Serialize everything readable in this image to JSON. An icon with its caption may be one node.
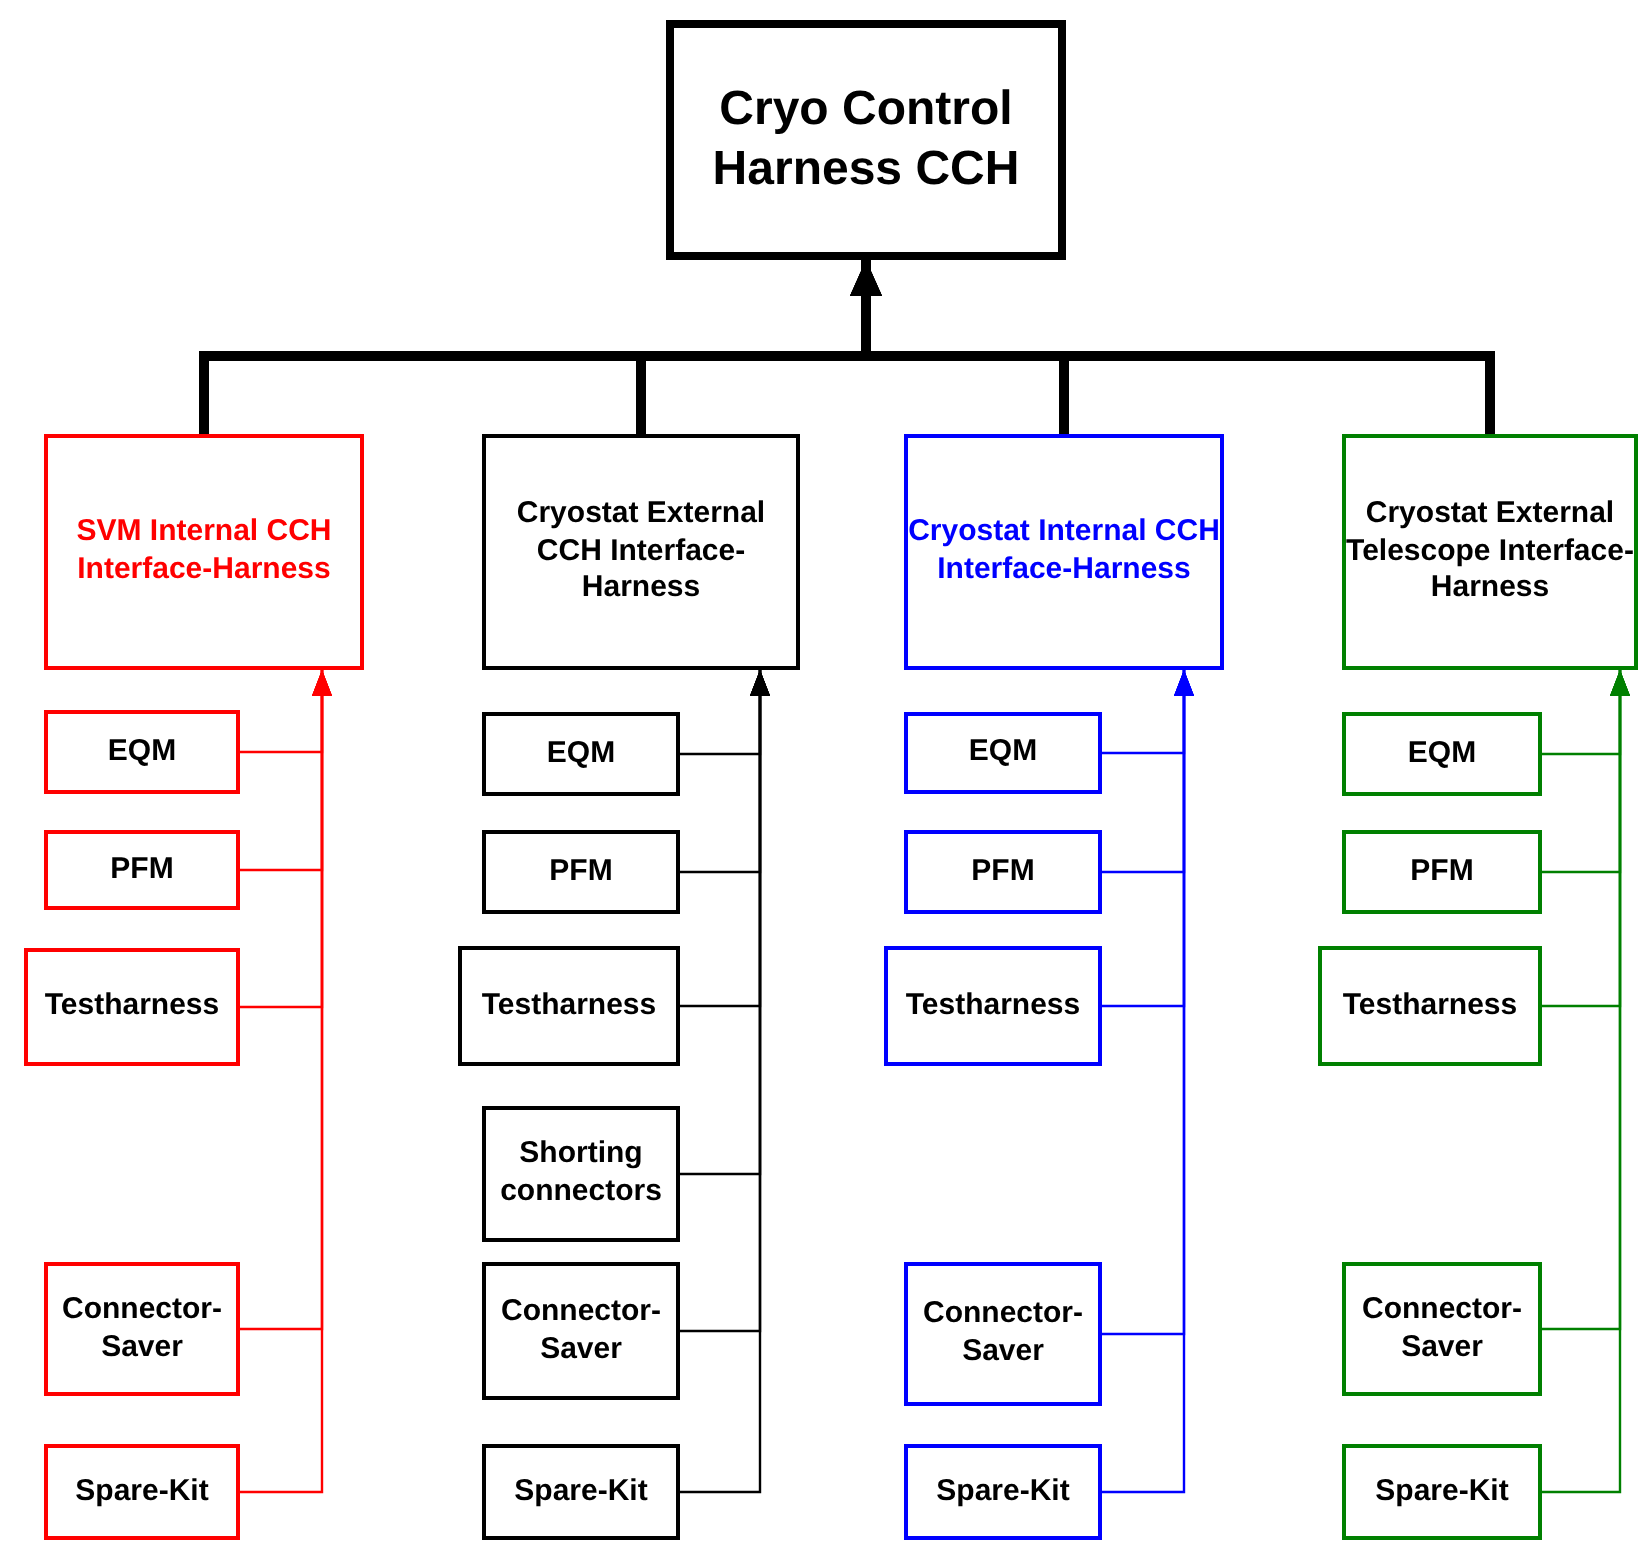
{
  "diagram": {
    "nodes": [
      {
        "text": [
          "Cryo Control Harness CCH"
        ]
      },
      {
        "text": [
          "SVM Internal CCH Interface-Harness"
        ]
      },
      {
        "text": [
          "EQM"
        ]
      },
      {
        "text": [
          "PFM"
        ]
      },
      {
        "text": [
          "Testharness"
        ]
      },
      {
        "text": [
          "Connector-Saver"
        ]
      },
      {
        "text": [
          "Spare-Kit"
        ]
      },
      {
        "text": [
          "Cryostat External CCH Interface-Harness"
        ]
      },
      {
        "text": [
          "EQM"
        ]
      },
      {
        "text": [
          "PFM"
        ]
      },
      {
        "text": [
          "Testharness"
        ]
      },
      {
        "text": [
          "Shorting connectors"
        ]
      },
      {
        "text": [
          "Connector-Saver"
        ]
      },
      {
        "text": [
          "Spare-Kit"
        ]
      },
      {
        "text": [
          "Cryostat Internal CCH Interface-Harness"
        ]
      },
      {
        "text": [
          "EQM"
        ]
      },
      {
        "text": [
          "PFM"
        ]
      },
      {
        "text": [
          "Testharness"
        ]
      },
      {
        "text": [
          "Connector-Saver"
        ]
      },
      {
        "text": [
          "Spare-Kit"
        ]
      },
      {
        "text": [
          "Cryostat External Telescope Interface-Harness"
        ]
      },
      {
        "text": [
          "EQM"
        ]
      },
      {
        "text": [
          "PFM"
        ]
      },
      {
        "text": [
          "Testharness"
        ]
      },
      {
        "text": [
          "Connector-Saver"
        ]
      },
      {
        "text": [
          "Spare-Kit"
        ]
      }
    ],
    "edges": [
      {
        "from": 1,
        "to": 0,
        "arrow": "to",
        "style": "thick"
      },
      {
        "from": 7,
        "to": 0,
        "arrow": "to",
        "style": "thick"
      },
      {
        "from": 14,
        "to": 0,
        "arrow": "to",
        "style": "thick"
      },
      {
        "from": 20,
        "to": 0,
        "arrow": "to",
        "style": "thick"
      },
      {
        "from": 2,
        "to": 1,
        "arrow": "to",
        "color": "#ff0000"
      },
      {
        "from": 3,
        "to": 1,
        "arrow": "to",
        "color": "#ff0000"
      },
      {
        "from": 4,
        "to": 1,
        "arrow": "to",
        "color": "#ff0000"
      },
      {
        "from": 5,
        "to": 1,
        "arrow": "to",
        "color": "#ff0000"
      },
      {
        "from": 6,
        "to": 1,
        "arrow": "to",
        "color": "#ff0000"
      },
      {
        "from": 8,
        "to": 7,
        "arrow": "to"
      },
      {
        "from": 9,
        "to": 7,
        "arrow": "to"
      },
      {
        "from": 10,
        "to": 7,
        "arrow": "to"
      },
      {
        "from": 11,
        "to": 7,
        "arrow": "to"
      },
      {
        "from": 12,
        "to": 7,
        "arrow": "to"
      },
      {
        "from": 13,
        "to": 7,
        "arrow": "to"
      },
      {
        "from": 15,
        "to": 14,
        "arrow": "to",
        "color": "#0000ff"
      },
      {
        "from": 16,
        "to": 14,
        "arrow": "to",
        "color": "#0000ff"
      },
      {
        "from": 17,
        "to": 14,
        "arrow": "to",
        "color": "#0000ff"
      },
      {
        "from": 18,
        "to": 14,
        "arrow": "to",
        "color": "#0000ff"
      },
      {
        "from": 19,
        "to": 14,
        "arrow": "to",
        "color": "#0000ff"
      },
      {
        "from": 21,
        "to": 20,
        "arrow": "to",
        "color": "#008000"
      },
      {
        "from": 22,
        "to": 20,
        "arrow": "to",
        "color": "#008000"
      },
      {
        "from": 23,
        "to": 20,
        "arrow": "to",
        "color": "#008000"
      },
      {
        "from": 24,
        "to": 20,
        "arrow": "to",
        "color": "#008000"
      },
      {
        "from": 25,
        "to": 20,
        "arrow": "to",
        "color": "#008000"
      }
    ]
  }
}
